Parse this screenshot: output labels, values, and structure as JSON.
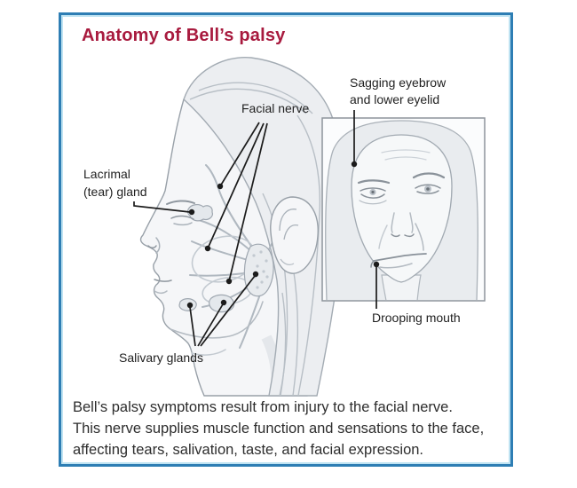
{
  "title": "Anatomy of Bell’s palsy",
  "labels": {
    "facial_nerve": "Facial nerve",
    "lacrimal": [
      "Lacrimal",
      "(tear) gland"
    ],
    "salivary": "Salivary glands",
    "sagging": [
      "Sagging eyebrow",
      "and lower eyelid"
    ],
    "drooping": "Drooping mouth"
  },
  "caption": [
    "Bell’s palsy symptoms result from injury to the facial nerve.",
    "This nerve supplies muscle function and sensations to the face,",
    "affecting tears, salivation, taste, and facial expression."
  ],
  "colors": {
    "title": "#a81a3e",
    "border_outer": "#2e7eb4",
    "border_inner": "#bfe3f2",
    "annotation": "#1b1b1b",
    "line_art": "#98a0a8"
  }
}
